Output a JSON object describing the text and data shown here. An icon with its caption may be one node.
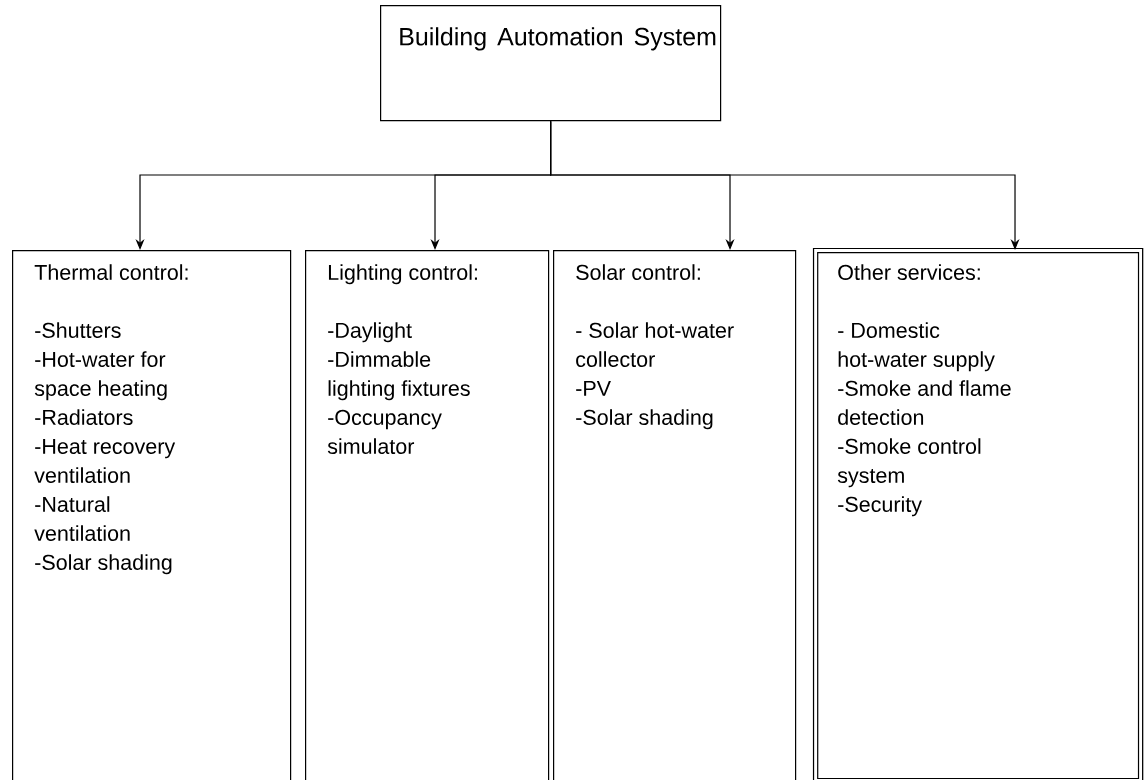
{
  "diagram": {
    "nodes": [
      {
        "text": [
          "Building Automation System"
        ]
      },
      {
        "text": [
          "Thermal control:",
          "-Shutters",
          "-Hot-water for space heating",
          "-Radiators",
          "-Heat recovery ventilation",
          "-Natural ventilation",
          "-Solar shading"
        ]
      },
      {
        "text": [
          "Lighting control:",
          "-Daylight",
          "-Dimmable lighting fixtures",
          "-Occupancy simulator"
        ]
      },
      {
        "text": [
          "Solar control:",
          "- Solar hot-water collector",
          "-PV",
          "-Solar shading"
        ]
      },
      {
        "text": [
          "Other services:",
          "- Domestic hot-water supply",
          "-Smoke and flame detection",
          "-Smoke control system",
          "-Security"
        ]
      }
    ],
    "edges": [
      {
        "from": 0,
        "to": 1,
        "arrow": "to"
      },
      {
        "from": 0,
        "to": 2,
        "arrow": "to"
      },
      {
        "from": 0,
        "to": 3,
        "arrow": "to"
      },
      {
        "from": 0,
        "to": 4,
        "arrow": "to"
      }
    ]
  }
}
